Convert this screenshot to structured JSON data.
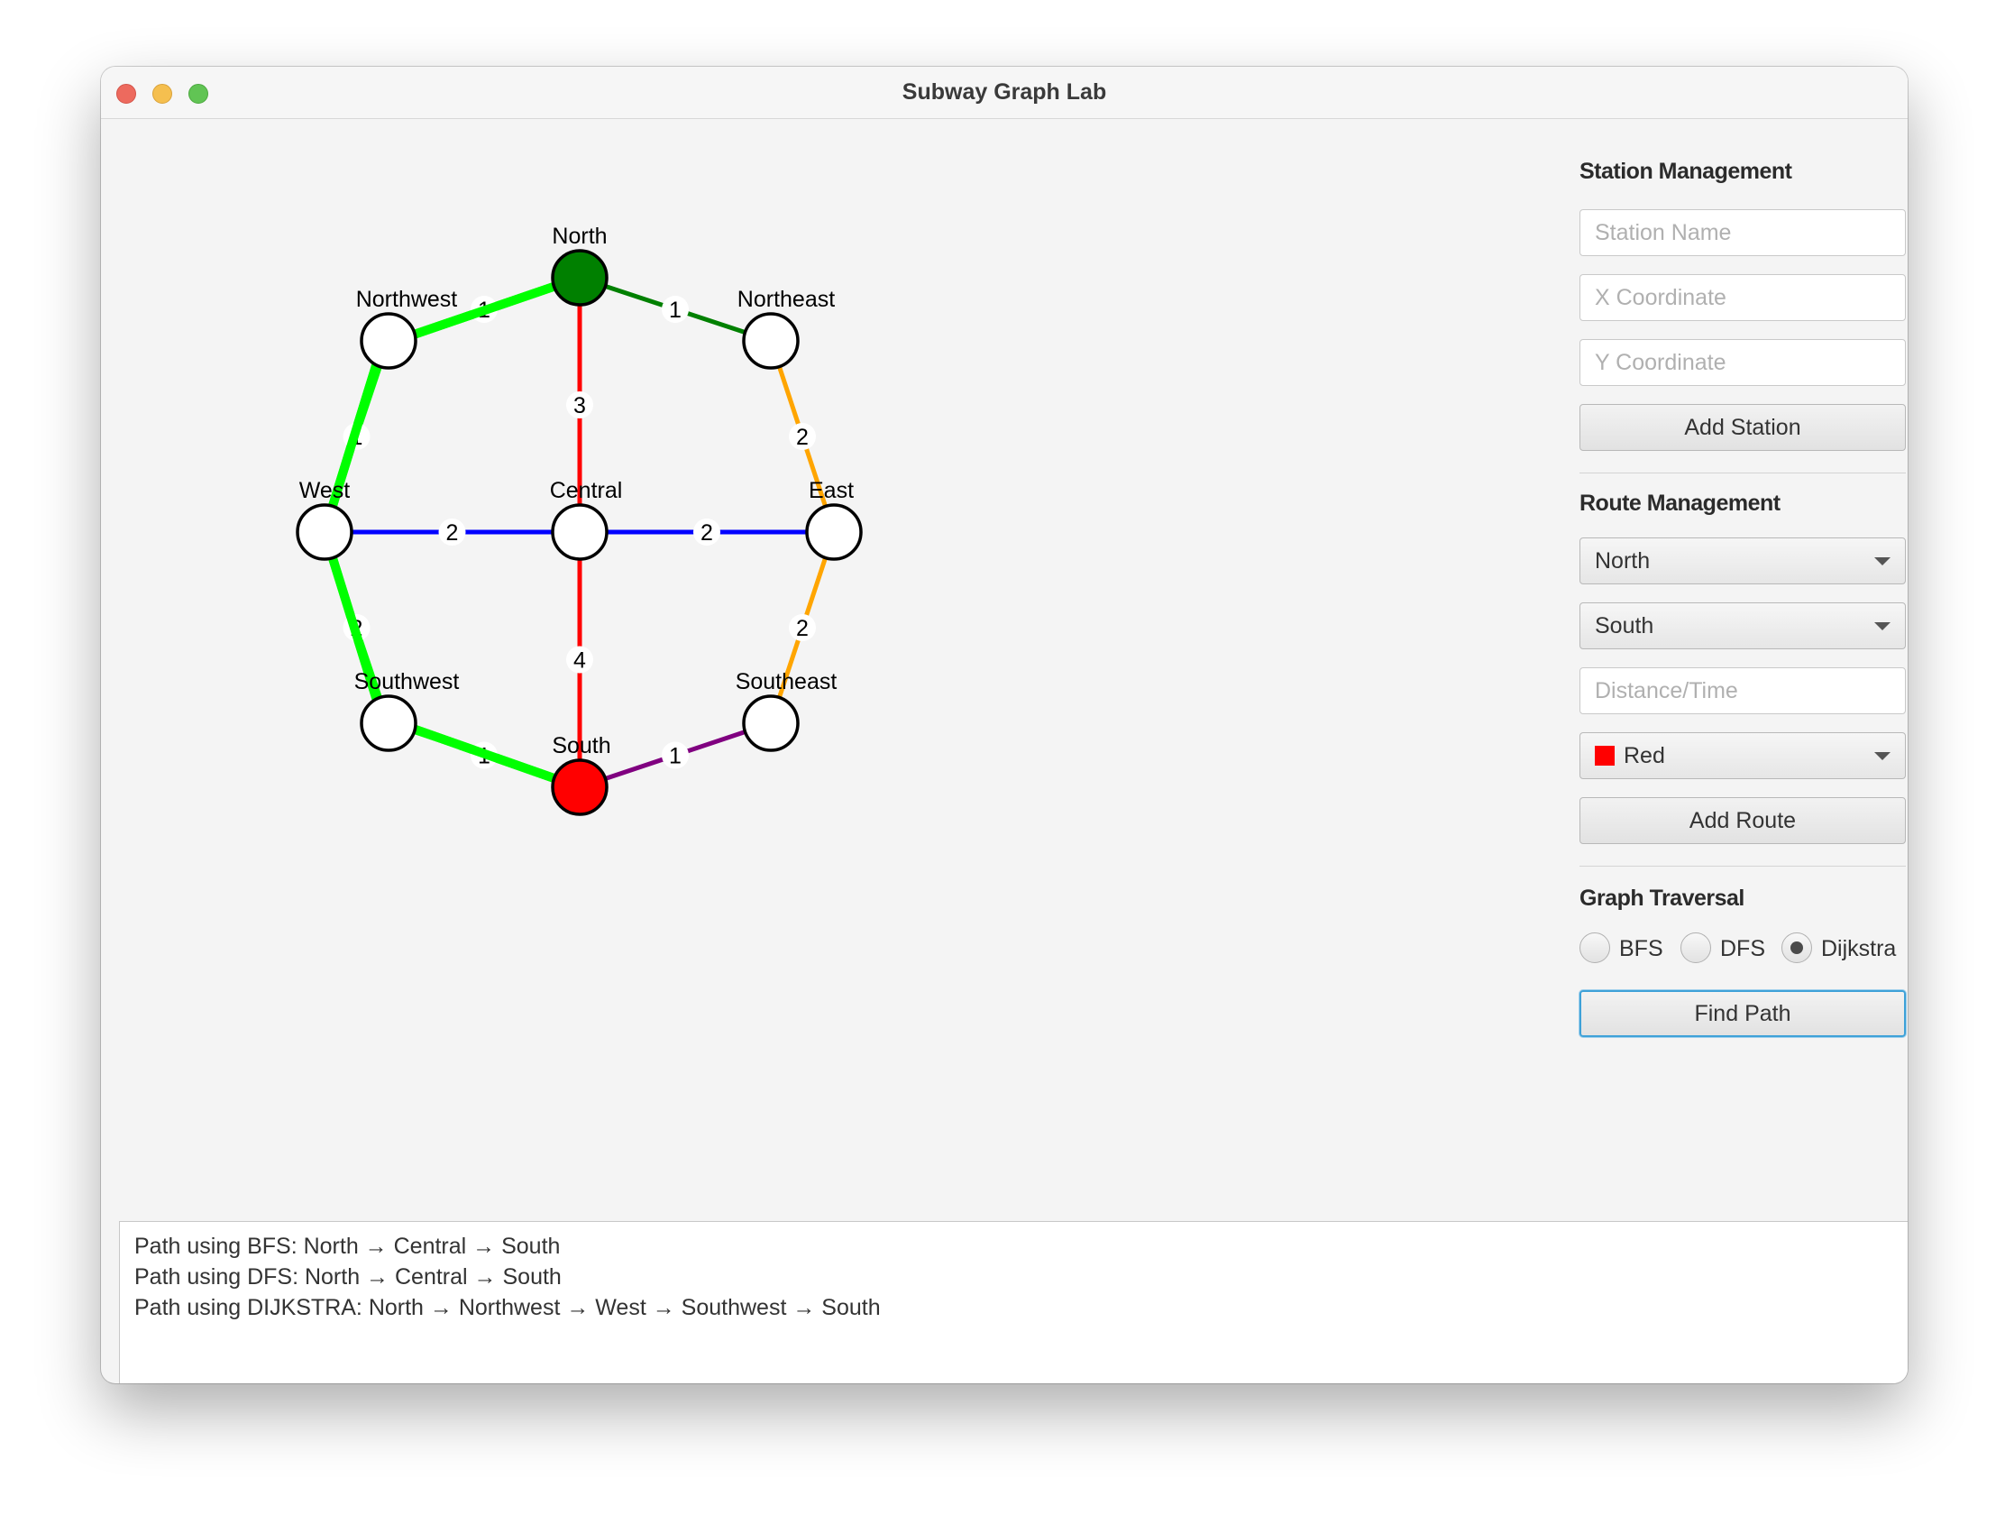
{
  "window": {
    "title": "Subway Graph Lab"
  },
  "graph": {
    "stations": [
      {
        "id": "north",
        "label": "North",
        "fill": "#008000"
      },
      {
        "id": "northeast",
        "label": "Northeast",
        "fill": "#ffffff"
      },
      {
        "id": "east",
        "label": "East",
        "fill": "#ffffff"
      },
      {
        "id": "southeast",
        "label": "Southeast",
        "fill": "#ffffff"
      },
      {
        "id": "south",
        "label": "South",
        "fill": "#ff0000"
      },
      {
        "id": "southwest",
        "label": "Southwest",
        "fill": "#ffffff"
      },
      {
        "id": "west",
        "label": "West",
        "fill": "#ffffff"
      },
      {
        "id": "northwest",
        "label": "Northwest",
        "fill": "#ffffff"
      },
      {
        "id": "central",
        "label": "Central",
        "fill": "#ffffff"
      }
    ],
    "routes": [
      {
        "from": "north",
        "to": "northeast",
        "weight": "1",
        "color": "#008000"
      },
      {
        "from": "northeast",
        "to": "east",
        "weight": "2",
        "color": "#ffa500"
      },
      {
        "from": "east",
        "to": "southeast",
        "weight": "2",
        "color": "#ffa500"
      },
      {
        "from": "southeast",
        "to": "south",
        "weight": "1",
        "color": "#800080"
      },
      {
        "from": "west",
        "to": "central",
        "weight": "2",
        "color": "#0000ff"
      },
      {
        "from": "central",
        "to": "east",
        "weight": "2",
        "color": "#0000ff"
      },
      {
        "from": "north",
        "to": "central",
        "weight": "3",
        "color": "#ff0000"
      },
      {
        "from": "central",
        "to": "south",
        "weight": "4",
        "color": "#ff0000"
      },
      {
        "from": "north",
        "to": "northwest",
        "weight": "1",
        "color": "#00ff00"
      },
      {
        "from": "northwest",
        "to": "west",
        "weight": "1",
        "color": "#00ff00"
      },
      {
        "from": "west",
        "to": "southwest",
        "weight": "2",
        "color": "#00ff00"
      },
      {
        "from": "southwest",
        "to": "south",
        "weight": "1",
        "color": "#00ff00"
      }
    ],
    "highlight_path": [
      "north",
      "northwest",
      "west",
      "southwest",
      "south"
    ],
    "highlight_color": "#00ff00"
  },
  "panel": {
    "station_section": "Station Management",
    "station_name_placeholder": "Station Name",
    "x_placeholder": "X Coordinate",
    "y_placeholder": "Y Coordinate",
    "add_station": "Add Station",
    "route_section": "Route Management",
    "from_station": "North",
    "to_station": "South",
    "distance_placeholder": "Distance/Time",
    "color_label": "Red",
    "color_value": "#ff0000",
    "add_route": "Add Route",
    "traversal_section": "Graph Traversal",
    "radio_bfs": "BFS",
    "radio_dfs": "DFS",
    "radio_dijkstra": "Dijkstra",
    "selected_algorithm": "Dijkstra",
    "find_path": "Find Path"
  },
  "log": {
    "lines": [
      "Path using BFS: North → Central → South",
      "Path using DFS: North → Central → South",
      "Path using DIJKSTRA: North → Northwest → West → Southwest → South"
    ]
  }
}
